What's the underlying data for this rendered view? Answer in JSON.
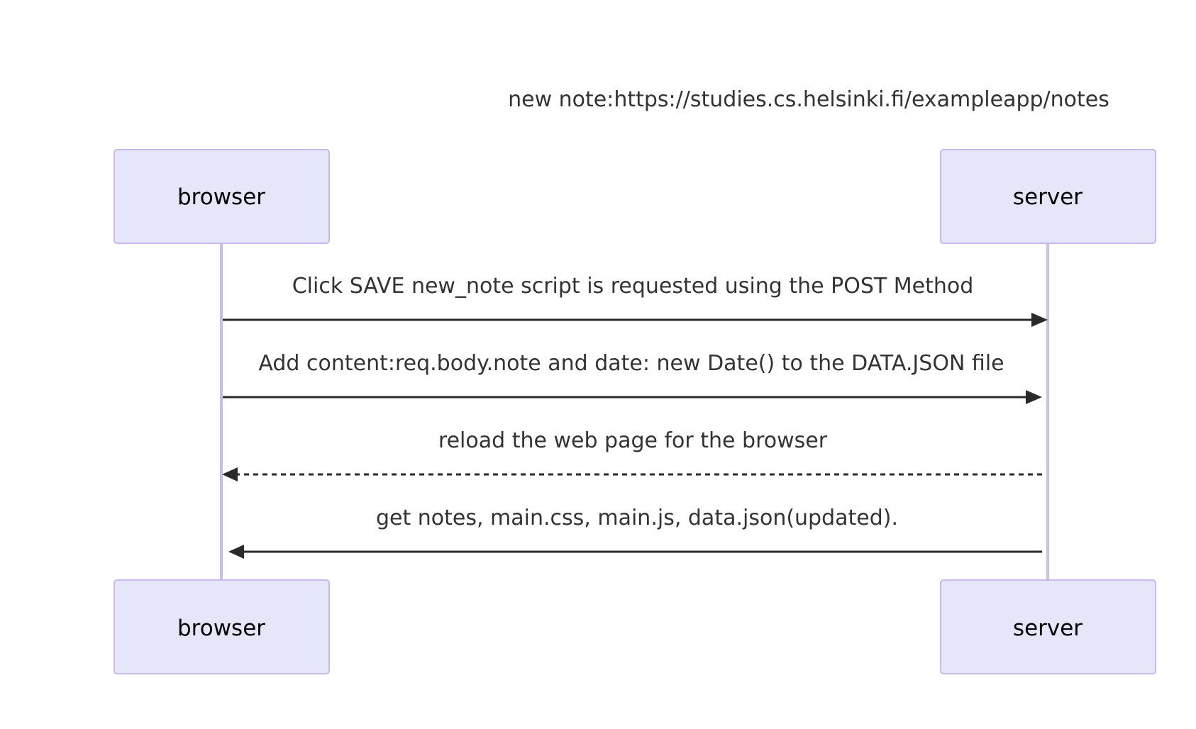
{
  "diagram": {
    "type": "sequence",
    "title": "new note:https://studies.cs.helsinki.fi/exampleapp/notes",
    "participants": [
      {
        "id": "browser",
        "label": "browser"
      },
      {
        "id": "server",
        "label": "server"
      }
    ],
    "messages": [
      {
        "from": "browser",
        "to": "server",
        "label": "Click SAVE new_note script is requested using the POST Method",
        "style": "solid"
      },
      {
        "from": "browser",
        "to": "server",
        "label": "Add content:req.body.note and date: new Date() to the DATA.JSON file",
        "style": "solid"
      },
      {
        "from": "server",
        "to": "browser",
        "label": "reload the web page for the browser",
        "style": "dashed"
      },
      {
        "from": "server",
        "to": "browser",
        "label": "get notes, main.css, main.js, data.json(updated).",
        "style": "solid"
      }
    ]
  },
  "colors": {
    "actor_fill": "#e6e6fa",
    "actor_border": "#c9b8ee",
    "lifeline": "#cbbde9",
    "arrow": "#2a2a2a",
    "text": "#333333"
  }
}
